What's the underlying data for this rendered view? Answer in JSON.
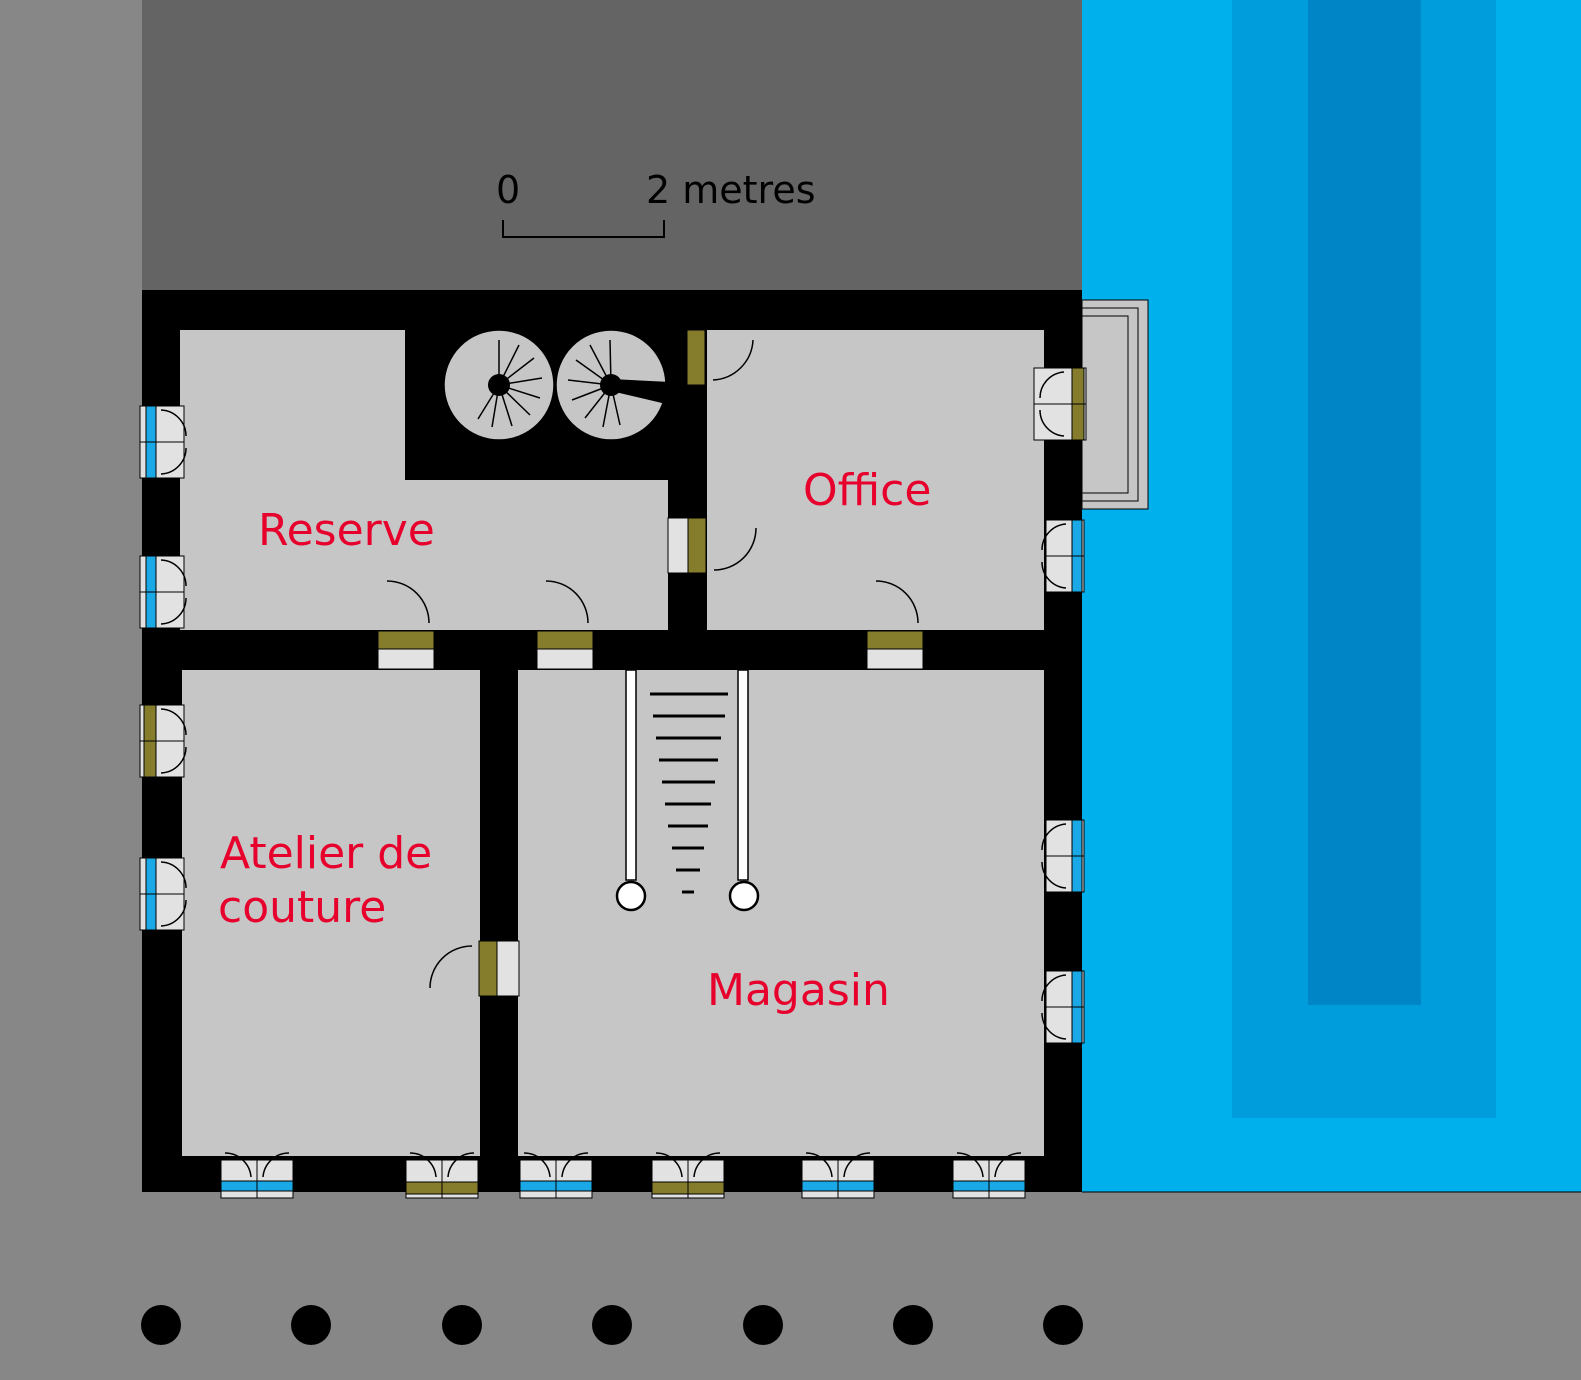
{
  "scale_bar": {
    "start_label": "0",
    "end_label": "2 metres"
  },
  "rooms": {
    "reserve": "Reserve",
    "office": "Office",
    "atelier_line1": "Atelier de",
    "atelier_line2": "couture",
    "magasin": "Magasin"
  },
  "colors": {
    "ground": "#878787",
    "courtyard": "#646464",
    "wall": "#000000",
    "floor": "#c6c6c6",
    "label": "#e8002d",
    "water_light": "#00b0ec",
    "water_mid": "#009ddc",
    "water_deep": "#0086c6",
    "glass": "#1aa8e6",
    "door_panel": "#857c2c"
  },
  "column_count": 7
}
